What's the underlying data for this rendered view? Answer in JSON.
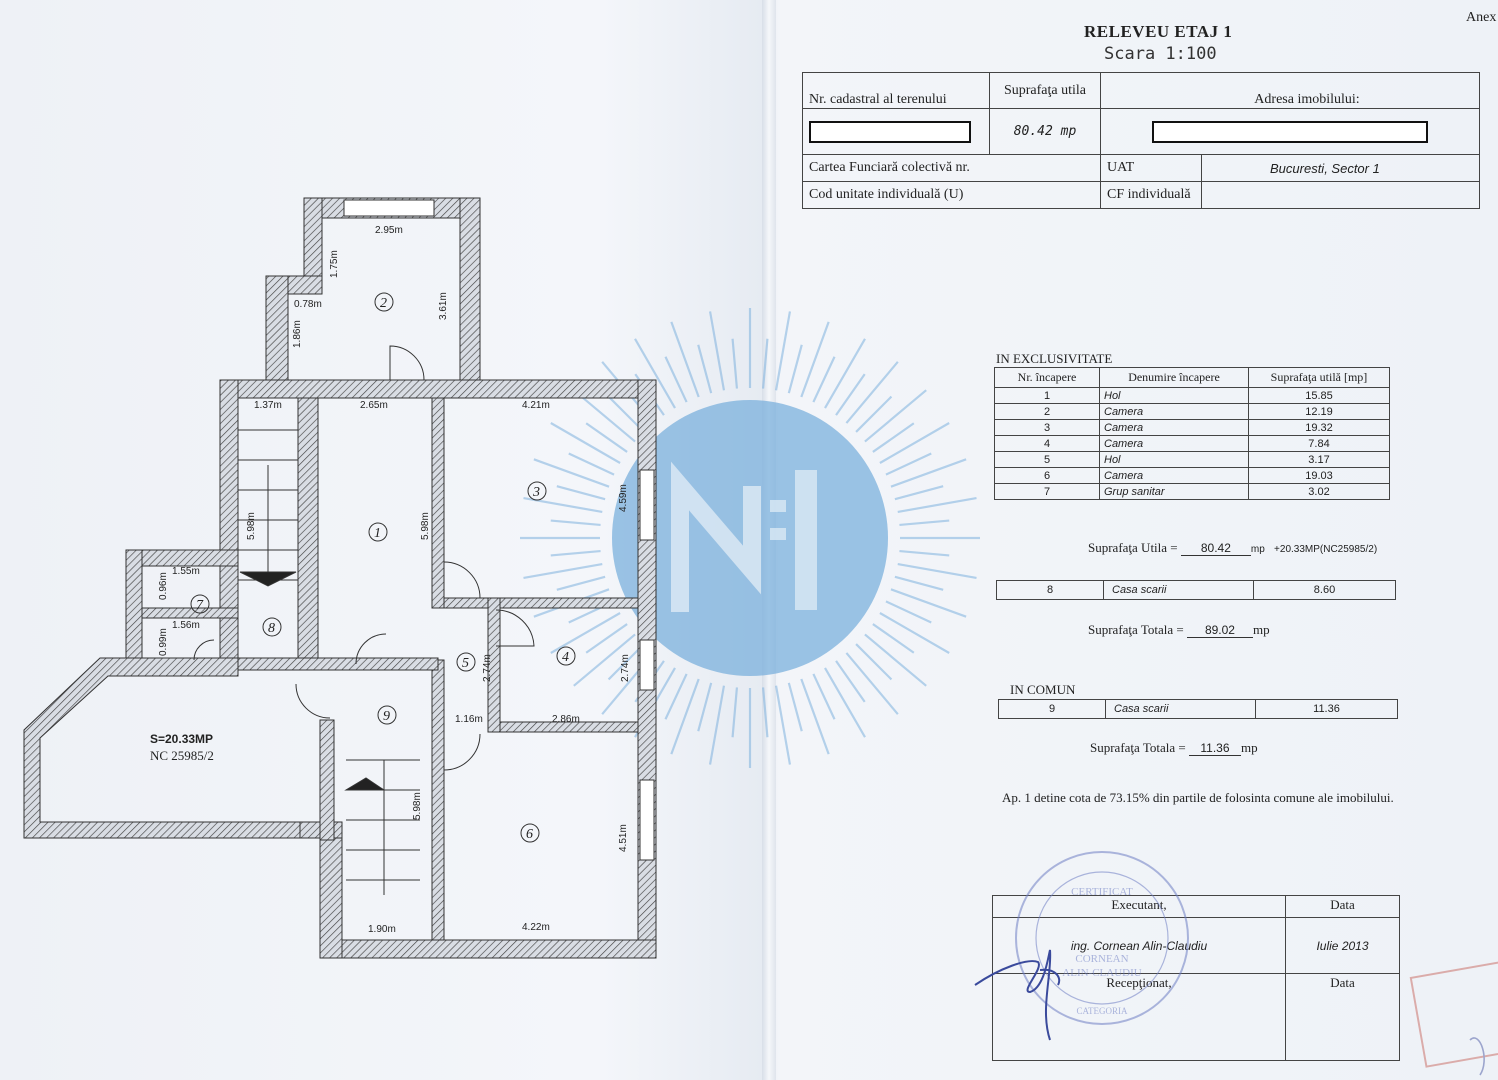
{
  "annex": "Anex",
  "title": "RELEVEU ETAJ 1",
  "scale": "Scara 1:100",
  "info": {
    "cadastral_label": "Nr. cadastral al terenului",
    "area_label": "Suprafaţa utila",
    "address_label": "Adresa imobilului:",
    "area_value": "80.42  mp",
    "cf_collective_label": "Cartea Funciară colectivă nr.",
    "uat_label": "UAT",
    "uat_value": "Bucuresti, Sector 1",
    "unit_code_label": "Cod unitate individuală (U)",
    "cf_individual_label": "CF individuală"
  },
  "exclusive": {
    "heading": "IN EXCLUSIVITATE",
    "col_nr": "Nr. încapere",
    "col_name": "Denumire încapere",
    "col_area": "Suprafaţa utilă [mp]",
    "rows": [
      {
        "nr": "1",
        "name": "Hol",
        "area": "15.85"
      },
      {
        "nr": "2",
        "name": "Camera",
        "area": "12.19"
      },
      {
        "nr": "3",
        "name": "Camera",
        "area": "19.32"
      },
      {
        "nr": "4",
        "name": "Camera",
        "area": "7.84"
      },
      {
        "nr": "5",
        "name": "Hol",
        "area": "3.17"
      },
      {
        "nr": "6",
        "name": "Camera",
        "area": "19.03"
      },
      {
        "nr": "7",
        "name": "Grup sanitar",
        "area": "3.02"
      }
    ],
    "useful_label": "Suprafaţa Utila =",
    "useful_value": "80.42",
    "useful_unit": "mp",
    "useful_note": "+20.33MP(NC25985/2)",
    "row8": {
      "nr": "8",
      "name": "Casa scarii",
      "area": "8.60"
    },
    "total_label": "Suprafaţa Totala =",
    "total_value": "89.02",
    "total_unit": "mp"
  },
  "common": {
    "heading": "IN COMUN",
    "row9": {
      "nr": "9",
      "name": "Casa scarii",
      "area": "11.36"
    },
    "total_label": "Suprafaţa Totala =",
    "total_value": "11.36",
    "total_unit": "mp"
  },
  "note": "Ap. 1 detine cota de 73.15% din partile de folosinta comune ale  imobilului.",
  "signature": {
    "executant_label": "Executant,",
    "date_label": "Data",
    "engineer": "ing. Cornean Alin-Claudiu",
    "date_value": "Iulie 2013",
    "receptionat_label": "Recepţionat,",
    "date_label2": "Data"
  },
  "stamp": {
    "line1": "CERTIFICAT",
    "line2": "CORNEAN",
    "line3": "ALIN-CLAUDIU",
    "line4": "CATEGORIA"
  },
  "plan": {
    "dims": [
      "2.95m",
      "1.75m",
      "0.78m",
      "3.61m",
      "1.86m",
      "1.37m",
      "2.65m",
      "4.21m",
      "5.98m",
      "5.98m",
      "4.59m",
      "1.55m",
      "0.96m",
      "1.56m",
      "0.99m",
      "2.74m",
      "2.74m",
      "1.16m",
      "2.86m",
      "5.98m",
      "4.51m",
      "1.90m",
      "4.22m"
    ],
    "rooms": [
      "1",
      "2",
      "3",
      "4",
      "5",
      "6",
      "7",
      "8",
      "9"
    ],
    "annex_area": "S=20.33MP",
    "annex_nc": "NC 25985/2"
  }
}
